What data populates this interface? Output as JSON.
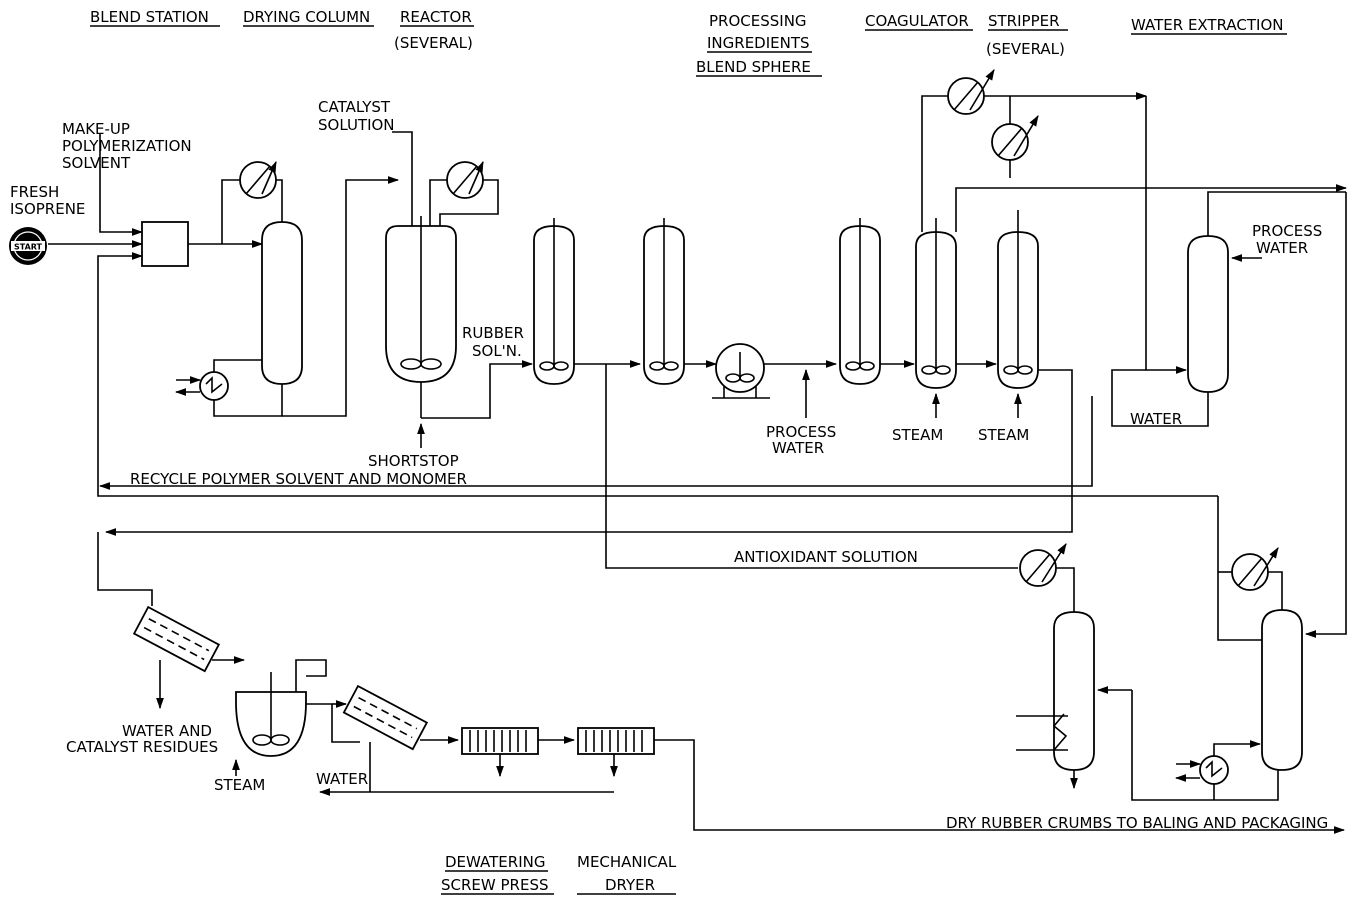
{
  "headers": {
    "blend_station": "BLEND STATION",
    "drying_column": "DRYING COLUMN",
    "reactor": "REACTOR",
    "reactor_sub": "(SEVERAL)",
    "processing_1": "PROCESSING",
    "processing_2": "INGREDIENTS",
    "blend_sphere": "BLEND SPHERE",
    "coagulator": "COAGULATOR",
    "stripper": "STRIPPER",
    "stripper_sub": "(SEVERAL)",
    "water_extraction": "WATER EXTRACTION",
    "dewatering_1": "DEWATERING",
    "dewatering_2": "SCREW PRESS",
    "mech_1": "MECHANICAL",
    "mech_2": "DRYER"
  },
  "labels": {
    "makeup_1": "MAKE-UP",
    "makeup_2": "POLYMERIZATION",
    "makeup_3": "SOLVENT",
    "fresh_1": "FRESH",
    "fresh_2": "ISOPRENE",
    "start": "START",
    "catalyst_1": "CATALYST",
    "catalyst_2": "SOLUTION",
    "rubber_1": "RUBBER",
    "rubber_2": "SOL'N.",
    "shortstop": "SHORTSTOP",
    "recycle": "RECYCLE POLYMER SOLVENT AND MONOMER",
    "process_water_1": "PROCESS",
    "process_water_2": "WATER",
    "steam_1": "STEAM",
    "steam_2": "STEAM",
    "pw_right_1": "PROCESS",
    "pw_right_2": "WATER",
    "water_right": "WATER",
    "antioxidant": "ANTIOXIDANT SOLUTION",
    "residues_1": "WATER AND",
    "residues_2": "CATALYST RESIDUES",
    "steam_bottom": "STEAM",
    "water_bottom": "WATER",
    "dry_rubber": "DRY RUBBER CRUMBS TO BALING AND PACKAGING"
  }
}
